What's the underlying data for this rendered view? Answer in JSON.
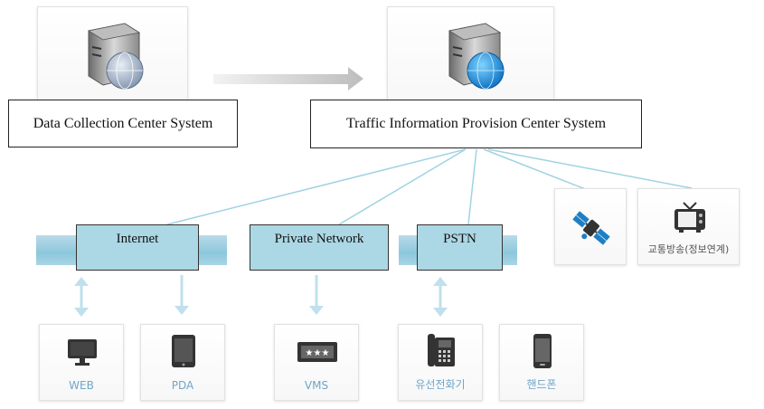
{
  "systems": {
    "collection": "Data Collection Center System",
    "provision": "Traffic Information Provision Center System"
  },
  "networks": {
    "internet": "Internet",
    "private": "Private Network",
    "pstn": "PSTN"
  },
  "devices": {
    "web": "WEB",
    "pda": "PDA",
    "vms": "VMS",
    "wired_phone": "유선전화기",
    "mobile_phone": "핸드폰",
    "broadcast": "교통방송(정보연계)"
  },
  "icons": {
    "server": "server-icon",
    "monitor": "monitor-icon",
    "tablet": "tablet-icon",
    "vms_sign": "vms-sign-icon",
    "desk_phone": "desk-phone-icon",
    "mobile": "mobile-phone-icon",
    "satellite": "satellite-icon",
    "tv": "tv-icon"
  },
  "colors": {
    "link_line": "#9fd3e2",
    "network_bar": "#8cc7dc",
    "device_label": "#6fa5c8",
    "arrow": "#bfe0ec"
  }
}
